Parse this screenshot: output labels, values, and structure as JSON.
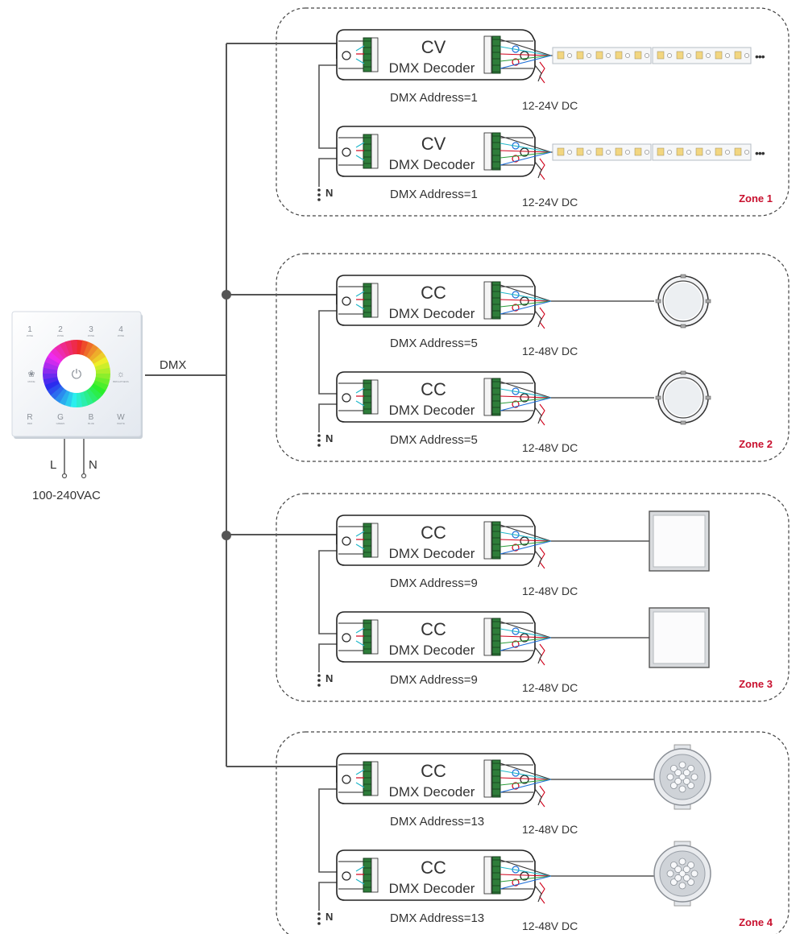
{
  "controller": {
    "power_symbol": "⏻",
    "top_buttons": [
      "1",
      "2",
      "3",
      "4"
    ],
    "top_button_sublabel": "ZONE",
    "bottom_buttons": [
      "R",
      "G",
      "B",
      "W"
    ],
    "bottom_button_sublabels": [
      "RED",
      "GREEN",
      "BLUE",
      "WHITE"
    ],
    "left_side_sublabel": "MODE",
    "right_side_sublabel": "BRIGHTNESS",
    "l_label": "L",
    "n_label": "N",
    "supply_label": "100-240VAC"
  },
  "bus_label": "DMX",
  "n_label": "N",
  "decoder_name": "DMX Decoder",
  "continuation": "•••",
  "zones": [
    {
      "label": "Zone 1",
      "mode": "CV",
      "address": "DMX Address=1",
      "voltage": "12-24V DC",
      "load": "strip"
    },
    {
      "label": "Zone 2",
      "mode": "CC",
      "address": "DMX Address=5",
      "voltage": "12-48V DC",
      "load": "round-panel"
    },
    {
      "label": "Zone 3",
      "mode": "CC",
      "address": "DMX Address=9",
      "voltage": "12-48V DC",
      "load": "square-panel"
    },
    {
      "label": "Zone 4",
      "mode": "CC",
      "address": "DMX Address=13",
      "voltage": "12-48V DC",
      "load": "downlight"
    }
  ],
  "colors": {
    "wire": "#555555",
    "zone_label": "#c8102e",
    "terminal_green": "#2e7d3a",
    "wire_red": "#d0021b",
    "wire_green": "#2a9d3a",
    "wire_blue": "#1e6fd9",
    "wire_cyan": "#1fb7c9",
    "wire_black": "#333333"
  }
}
